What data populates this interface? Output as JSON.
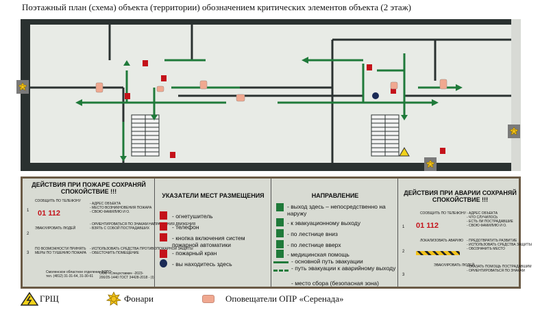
{
  "title": "Поэтажный план (схема) объекта (территории) обозначением критических элементов объекта      (2 этаж)",
  "board": {
    "fire_title": "ДЕЙСТВИЯ ПРИ ПОЖАРЕ СОХРАНЯЙ СПОКОЙСТВИЕ !!!",
    "fire_steps": [
      {
        "num": "1",
        "left": "СООБЩИТЬ ПО ТЕЛЕФОНУ",
        "phones": "01   112",
        "right": "- АДРЕС ОБЪЕКТА\n- МЕСТО ВОЗНИКНОВЕНИЯ ПОЖАРА\n- СВОЮ ФАМИЛИЮ И О."
      },
      {
        "num": "2",
        "left": "ЭВАКУИРОВАТЬ ЛЮДЕЙ",
        "right": "- ОРИЕНТИРОВАТЬСЯ ПО ЗНАКАМ НАПРАВЛЕНИЯ ДВИЖЕНИЯ\n- ВЗЯТЬ С СОБОЙ ПОСТРАДАВШИХ"
      },
      {
        "num": "3",
        "left": "ПО ВОЗМОЖНОСТИ ПРИНЯТЬ МЕРЫ ПО ТУШЕНИЮ ПОЖАРА",
        "right": "- ИСПОЛЬЗОВАТЬ СРЕДСТВА ПРОТИВОПОЖАРНОЙ ЗАЩИТЫ\n- ОБЕСТОЧИТЬ ПОМЕЩЕНИЕ"
      }
    ],
    "org_left": "Смоленское областное отделение ВДПО\nтел. (4812) 31-31-64, 31-30-61",
    "org_right": "ООО «Спецоставки» -2023-\n200/25-1440 ГОСТ 34428-2018 - (I)",
    "places_title": "УКАЗАТЕЛИ МЕСТ РАЗМЕЩЕНИЯ",
    "places": [
      "- огнетушитель",
      "- телефон",
      "- кнопка включения систем пожарной автоматики",
      "- пожарный кран",
      "- вы находитесь здесь"
    ],
    "direction_title": "НАПРАВЛЕНИЕ",
    "directions": [
      "- выход здесь – непосредственно на наружу",
      "- к эвакуационному выходу",
      "- по лестнице вниз",
      "- по лестнице вверх",
      "- медицинская помощь",
      "- основной путь эвакуации",
      "- путь эвакуации к аварийному выходу",
      "- место сбора (безопасная зона)"
    ],
    "accident_title": "ДЕЙСТВИЯ ПРИ АВАРИИ СОХРАНЯЙ СПОКОЙСТВИЕ !!!",
    "accident_steps": [
      {
        "num": "1",
        "left": "СООБЩИТЬ ПО ТЕЛЕФОНУ",
        "phones": "01   112",
        "right": "- АДРЕС ОБЪЕКТА\n- ЧТО СЛУЧИЛОСЬ\n- ЕСТЬ ЛИ ПОСТРАДАВШИЕ\n- СВОЮ ФАМИЛИЮ И О."
      },
      {
        "num": "2",
        "left": "ЛОКАЛИЗОВАТЬ АВАРИЮ",
        "right": "- ПРЕДОТВРАТИТЬ РАЗВИТИЕ\n- ИСПОЛЬЗОВАТЬ СРЕДСТВА ЗАЩИТЫ\n- ОБОЗНАЧИТЬ МЕСТО"
      },
      {
        "num": "3",
        "left": "ЭВАКУИРОВАТЬ ЛЮДЕЙ",
        "right": "- ОКАЗАТЬ ПОМОЩЬ ПОСТРАДАВШИМ\n- ОРИЕНТИРОВАТЬСЯ ПО ЗНАКАМ"
      }
    ]
  },
  "legend": [
    {
      "icon": "warning-lightning-icon",
      "label": "ГРЩ"
    },
    {
      "icon": "lantern-icon",
      "label": "Фонари"
    },
    {
      "icon": "alarm-speaker-icon",
      "label": "Оповещатели ОПР «Серенада»"
    }
  ],
  "colors": {
    "arrow": "#1f7a3a",
    "sign_red": "#c4121a",
    "lantern": "#f2c21a",
    "alarm": "#f0a890"
  }
}
